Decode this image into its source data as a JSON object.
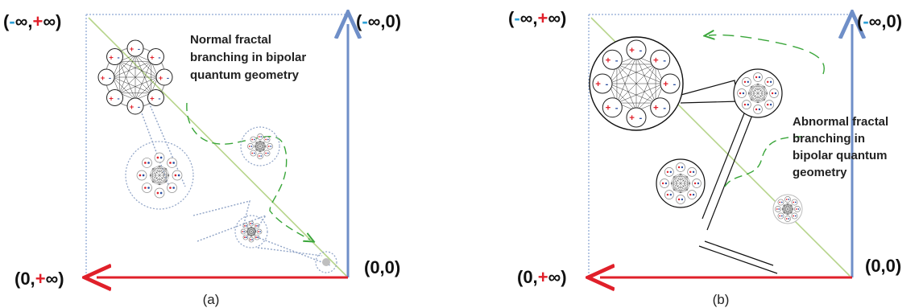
{
  "panels": [
    {
      "caption": "(a)",
      "description_lines": [
        "Normal fractal",
        "branching in bipolar",
        "quantum geometry"
      ],
      "corners": {
        "top_left": [
          {
            "t": "(",
            "c": "k"
          },
          {
            "t": "-",
            "c": "b"
          },
          {
            "t": "∞,",
            "c": "k"
          },
          {
            "t": "+",
            "c": "r"
          },
          {
            "t": "∞)",
            "c": "k"
          }
        ],
        "top_right": [
          {
            "t": "(",
            "c": "k"
          },
          {
            "t": "-",
            "c": "b"
          },
          {
            "t": "∞,0)",
            "c": "k"
          }
        ],
        "bottom_left": [
          {
            "t": "(0,",
            "c": "k"
          },
          {
            "t": "+",
            "c": "r"
          },
          {
            "t": "∞)",
            "c": "k"
          }
        ],
        "bottom_right": [
          {
            "t": "(0,0)",
            "c": "k"
          }
        ]
      }
    },
    {
      "caption": "(b)",
      "description_lines": [
        "Abnormal fractal",
        "branching in",
        "bipolar quantum",
        "geometry"
      ],
      "corners": {
        "top_left": [
          {
            "t": "(",
            "c": "k"
          },
          {
            "t": "-",
            "c": "b"
          },
          {
            "t": "∞,",
            "c": "k"
          },
          {
            "t": "+",
            "c": "r"
          },
          {
            "t": "∞)",
            "c": "k"
          }
        ],
        "top_right": [
          {
            "t": "(",
            "c": "k"
          },
          {
            "t": "-",
            "c": "b"
          },
          {
            "t": "∞,0)",
            "c": "k"
          }
        ],
        "bottom_left": [
          {
            "t": "(0,",
            "c": "k"
          },
          {
            "t": "+",
            "c": "r"
          },
          {
            "t": "∞)",
            "c": "k"
          }
        ],
        "bottom_right": [
          {
            "t": "(0,0)",
            "c": "k"
          }
        ]
      }
    }
  ],
  "node_charges": [
    "+",
    "-"
  ],
  "colors": {
    "positive": "#e0202a",
    "negative": "#2a4fa0",
    "cyan": "#2a9fd6",
    "vertical_axis": "#6f8fc8",
    "horizontal_axis": "#e0202a",
    "frame": "#9fb6dc",
    "diagonal": "#b6d48a",
    "curve": "#3aa63a"
  }
}
